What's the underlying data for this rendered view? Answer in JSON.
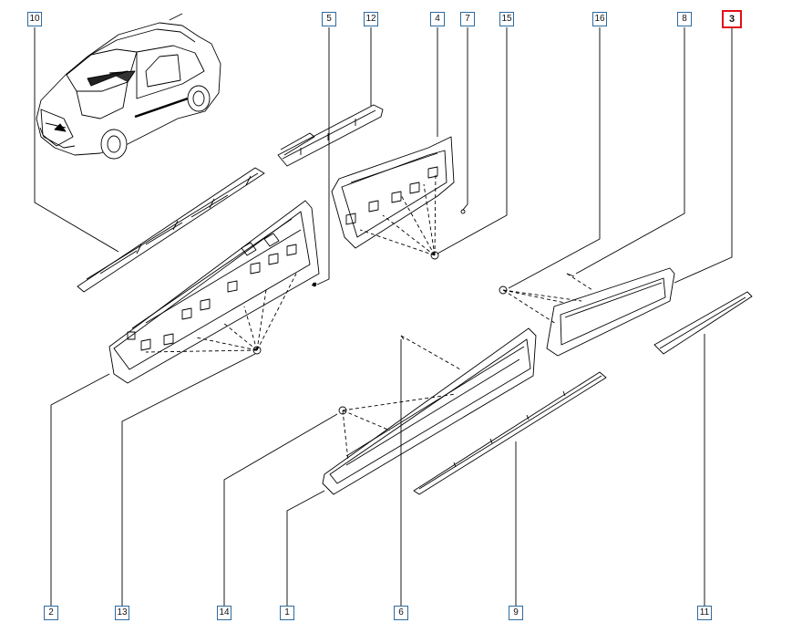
{
  "callouts": {
    "c1": "1",
    "c2": "2",
    "c3": "3",
    "c4": "4",
    "c5": "5",
    "c6": "6",
    "c7": "7",
    "c8": "8",
    "c9": "9",
    "c10": "10",
    "c11": "11",
    "c12": "12",
    "c13": "13",
    "c14": "14",
    "c15": "15",
    "c16": "16"
  },
  "selected_callout": "3",
  "colors": {
    "callout_border": "#2c6aa0",
    "selected_border": "#e0101a",
    "line": "#000000"
  }
}
